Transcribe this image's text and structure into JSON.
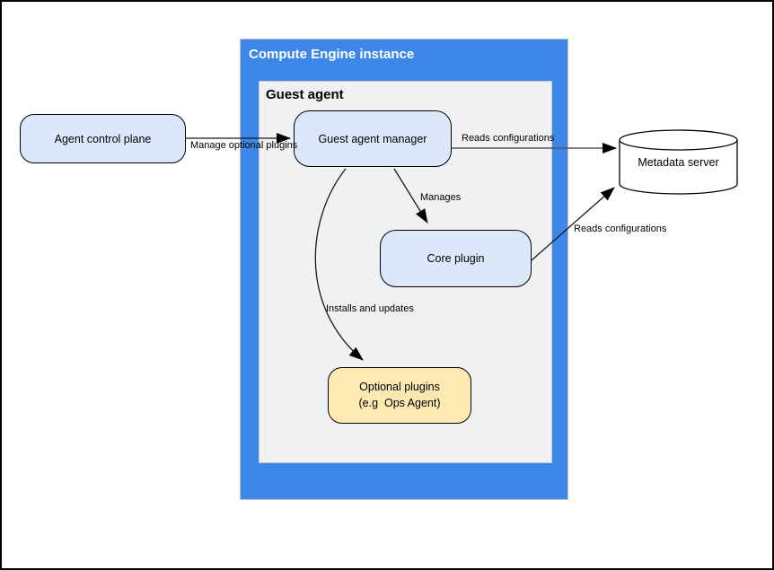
{
  "diagram": {
    "compute_engine_instance": {
      "title": "Compute Engine instance"
    },
    "guest_agent": {
      "title": "Guest agent"
    },
    "nodes": {
      "agent_control_plane": {
        "label": "Agent control plane"
      },
      "guest_agent_manager": {
        "label": "Guest agent manager"
      },
      "core_plugin": {
        "label": "Core plugin"
      },
      "optional_plugins": {
        "line1": "Optional plugins",
        "line2": "(e.g  Ops Agent)"
      },
      "metadata_server": {
        "label": "Metadata server"
      }
    },
    "edges": {
      "manage_optional_plugins": "Manage optional plugins",
      "reads_configurations_top": "Reads configurations",
      "manages": "Manages",
      "installs_and_updates": "Installs and updates",
      "reads_configurations_bottom": "Reads configurations"
    },
    "colors": {
      "container-blue": "#3d87e8",
      "panel-gray": "#f0f1f3",
      "node-fill-blue": "#dbe8fc",
      "node-fill-yellow": "#ffe9b3",
      "stroke": "#000000"
    }
  }
}
